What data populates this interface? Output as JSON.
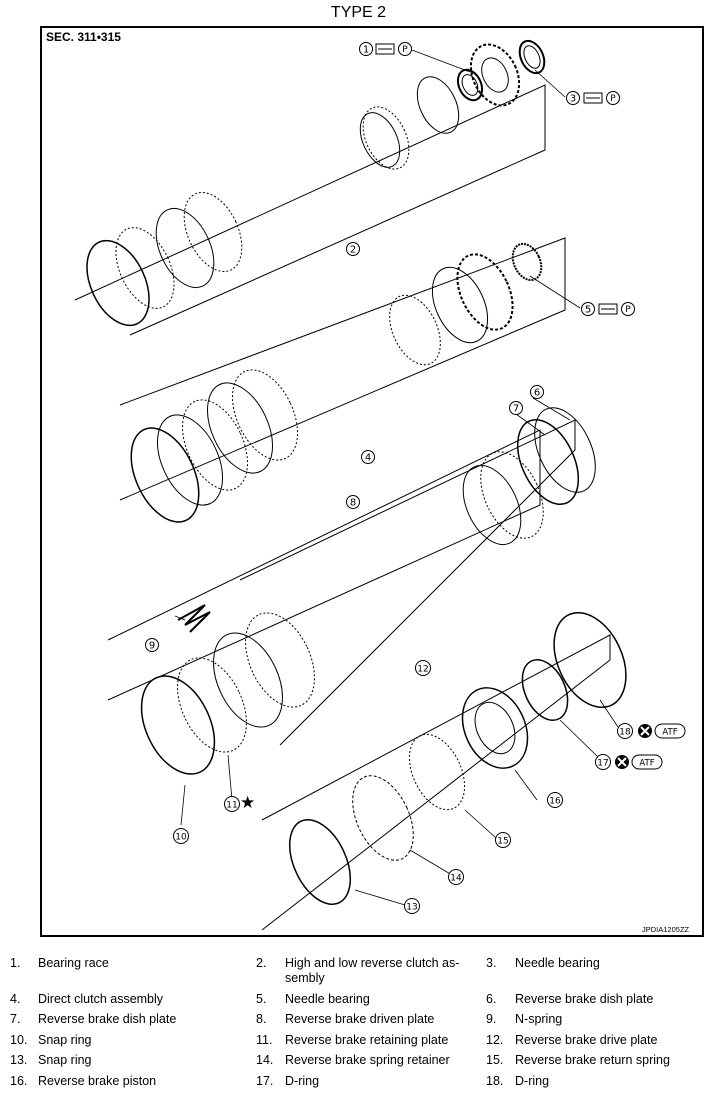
{
  "title": "TYPE 2",
  "section": "SEC. 311•315",
  "figure_id": "JPDIA1205ZZ",
  "callouts": [
    "1",
    "2",
    "3",
    "4",
    "5",
    "6",
    "7",
    "8",
    "9",
    "10",
    "11",
    "12",
    "13",
    "14",
    "15",
    "16",
    "17",
    "18"
  ],
  "symbols": {
    "star": "★",
    "atf": "ATF",
    "p": "P",
    "x": "✖"
  },
  "legend": [
    {
      "num": "1.",
      "text": "Bearing race"
    },
    {
      "num": "2.",
      "text": "High and low reverse clutch as-\nsembly"
    },
    {
      "num": "3.",
      "text": "Needle bearing"
    },
    {
      "num": "4.",
      "text": "Direct clutch assembly"
    },
    {
      "num": "5.",
      "text": "Needle bearing"
    },
    {
      "num": "6.",
      "text": "Reverse brake dish plate"
    },
    {
      "num": "7.",
      "text": "Reverse brake dish plate"
    },
    {
      "num": "8.",
      "text": "Reverse brake driven plate"
    },
    {
      "num": "9.",
      "text": "N-spring"
    },
    {
      "num": "10.",
      "text": "Snap ring"
    },
    {
      "num": "11.",
      "text": "Reverse brake retaining plate"
    },
    {
      "num": "12.",
      "text": "Reverse brake drive plate"
    },
    {
      "num": "13.",
      "text": "Snap ring"
    },
    {
      "num": "14.",
      "text": "Reverse brake spring retainer"
    },
    {
      "num": "15.",
      "text": "Reverse brake return spring"
    },
    {
      "num": "16.",
      "text": "Reverse brake piston"
    },
    {
      "num": "17.",
      "text": "D-ring"
    },
    {
      "num": "18.",
      "text": "D-ring"
    }
  ]
}
